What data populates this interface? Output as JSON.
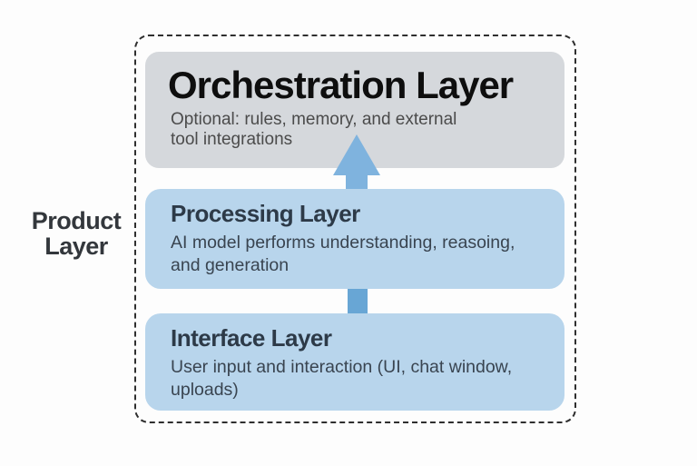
{
  "side_label": {
    "line1": "Product",
    "line2": "Layer"
  },
  "layers": [
    {
      "name": "orchestration-layer",
      "title": "Orchestration Layer",
      "desc_line1": "Optional: rules, memory, and external",
      "desc_line2": "tool integrations"
    },
    {
      "name": "processing-layer",
      "title": "Processing Layer",
      "desc_line1": "AI model performs understanding, reasoing,",
      "desc_line2": "and generation"
    },
    {
      "name": "interface-layer",
      "title": "Interface Layer",
      "desc_line1": "User input and interaction (UI, chat window,",
      "desc_line2": "uploads)"
    }
  ],
  "arrows": [
    {
      "name": "arrow-processing-to-orchestration",
      "direction": "up"
    },
    {
      "name": "arrow-interface-to-processing",
      "direction": "up"
    }
  ],
  "colors": {
    "orchestration_box": "#d5d8dc",
    "blue_box": "#b8d5ec",
    "arrow": "#7fb3de",
    "arrow_shaft": "#68a6d5",
    "dashed_border": "#2f2f2f",
    "title_dark": "#0e0e0e",
    "heading_slate": "#2d3a48",
    "body_slate": "#394450",
    "background": "#fdfdfd"
  }
}
